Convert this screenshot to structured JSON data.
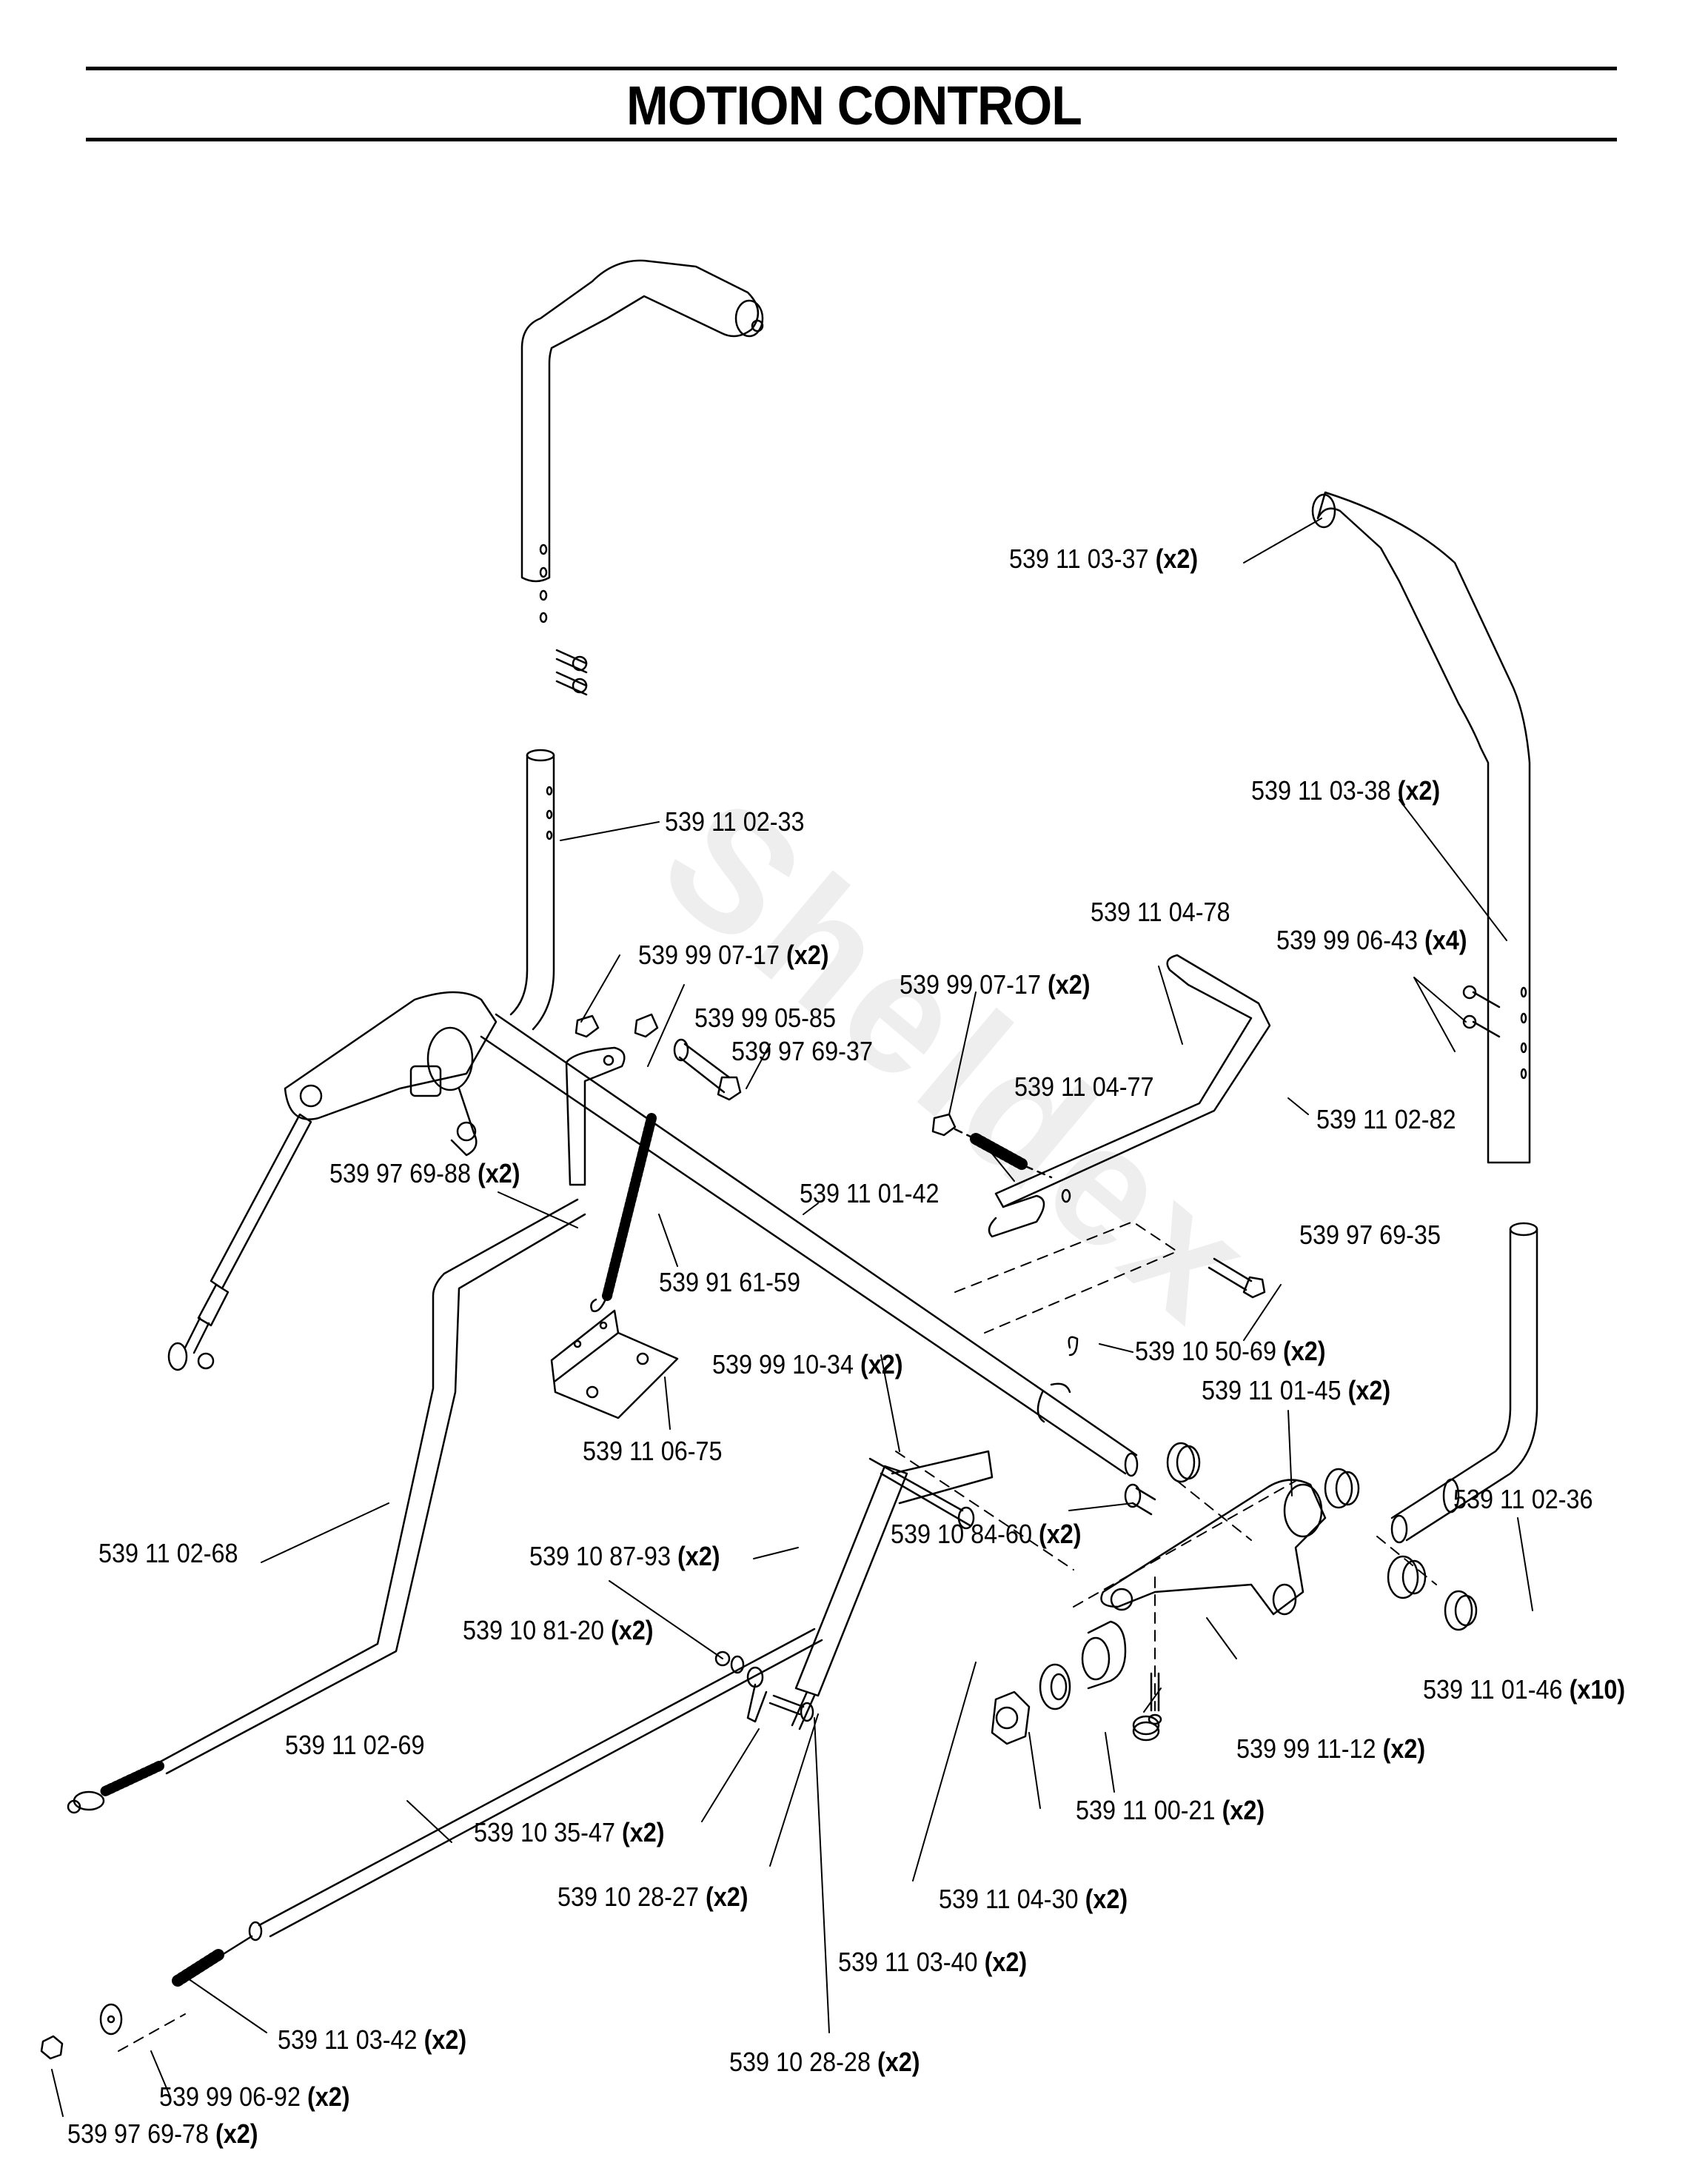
{
  "page": {
    "title": "MOTION CONTROL",
    "watermark": "Sheldex"
  },
  "callouts": [
    {
      "id": "c1",
      "part": "539 11 03-37",
      "qty": "(x2)"
    },
    {
      "id": "c2",
      "part": "539 11 03-38",
      "qty": "(x2)"
    },
    {
      "id": "c3",
      "part": "539 11 02-33",
      "qty": ""
    },
    {
      "id": "c4",
      "part": "539 11 04-78",
      "qty": ""
    },
    {
      "id": "c5",
      "part": "539 99 06-43",
      "qty": "(x4)"
    },
    {
      "id": "c6",
      "part": "539 99 07-17",
      "qty": "(x2)"
    },
    {
      "id": "c7",
      "part": "539 99 07-17",
      "qty": "(x2)"
    },
    {
      "id": "c8",
      "part": "539 99 05-85",
      "qty": ""
    },
    {
      "id": "c9",
      "part": "539 97 69-37",
      "qty": ""
    },
    {
      "id": "c10",
      "part": "539 11 04-77",
      "qty": ""
    },
    {
      "id": "c11",
      "part": "539 11 02-82",
      "qty": ""
    },
    {
      "id": "c12",
      "part": "539 97 69-88",
      "qty": "(x2)"
    },
    {
      "id": "c13",
      "part": "539 11 01-42",
      "qty": ""
    },
    {
      "id": "c14",
      "part": "539 97 69-35",
      "qty": ""
    },
    {
      "id": "c15",
      "part": "539 91 61-59",
      "qty": ""
    },
    {
      "id": "c16",
      "part": "539 10 50-69",
      "qty": "(x2)"
    },
    {
      "id": "c17",
      "part": "539 99 10-34",
      "qty": "(x2)"
    },
    {
      "id": "c18",
      "part": "539 11 01-45",
      "qty": "(x2)"
    },
    {
      "id": "c19",
      "part": "539 11 06-75",
      "qty": ""
    },
    {
      "id": "c20",
      "part": "539 11 02-36",
      "qty": ""
    },
    {
      "id": "c21",
      "part": "539 10 84-60",
      "qty": "(x2)"
    },
    {
      "id": "c22",
      "part": "539 11 02-68",
      "qty": ""
    },
    {
      "id": "c23",
      "part": "539 10 87-93",
      "qty": "(x2)"
    },
    {
      "id": "c24",
      "part": "539 10 81-20",
      "qty": "(x2)"
    },
    {
      "id": "c25",
      "part": "539 11 01-46",
      "qty": "(x10)"
    },
    {
      "id": "c26",
      "part": "539 99 11-12",
      "qty": "(x2)"
    },
    {
      "id": "c27",
      "part": "539 11 02-69",
      "qty": ""
    },
    {
      "id": "c28",
      "part": "539 10 35-47",
      "qty": "(x2)"
    },
    {
      "id": "c29",
      "part": "539 11 00-21",
      "qty": "(x2)"
    },
    {
      "id": "c30",
      "part": "539 10 28-27",
      "qty": "(x2)"
    },
    {
      "id": "c31",
      "part": "539 11 04-30",
      "qty": "(x2)"
    },
    {
      "id": "c32",
      "part": "539 11 03-40",
      "qty": "(x2)"
    },
    {
      "id": "c33",
      "part": "539 11 03-42",
      "qty": "(x2)"
    },
    {
      "id": "c34",
      "part": "539 99 06-92",
      "qty": "(x2)"
    },
    {
      "id": "c35",
      "part": "539 10 28-28",
      "qty": "(x2)"
    },
    {
      "id": "c36",
      "part": "539 97 69-78",
      "qty": "(x2)"
    }
  ]
}
